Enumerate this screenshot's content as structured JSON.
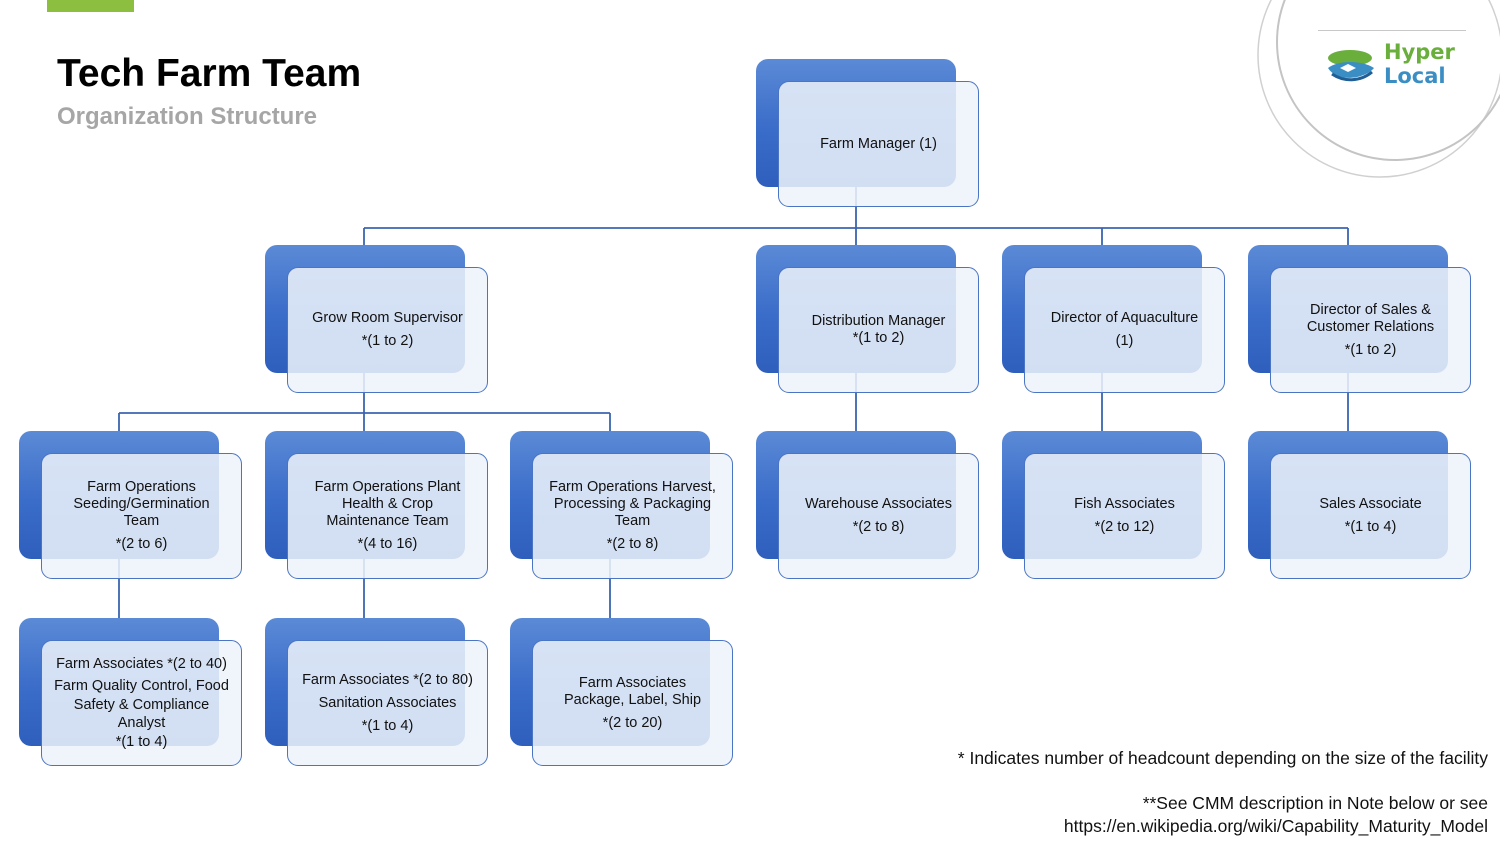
{
  "header": {
    "title": "Tech Farm Team",
    "subtitle": "Organization Structure"
  },
  "logo": {
    "line1": "Hyper",
    "line2": "Local",
    "icon": "hyperlocal-leaf-fish-logo"
  },
  "colors": {
    "accent_green": "#8cbf3f",
    "node_blue": "#3a6cc9",
    "connector_blue": "#3b64b0",
    "logo_green": "#6aae3c",
    "logo_blue": "#3a8ec4"
  },
  "nodes": {
    "farm_manager": {
      "lines": [
        "Farm Manager (1)"
      ]
    },
    "grow_room_supervisor": {
      "lines": [
        "Grow Room Supervisor",
        "*(1 to 2)"
      ]
    },
    "distribution_manager": {
      "lines": [
        "Distribution Manager",
        "*(1 to 2)"
      ]
    },
    "director_aquaculture": {
      "lines": [
        "Director of Aquaculture",
        "(1)"
      ]
    },
    "director_sales": {
      "lines": [
        "Director of Sales &",
        "Customer Relations",
        "*(1 to 2)"
      ]
    },
    "seeding_team": {
      "lines": [
        "Farm Operations",
        "Seeding/Germination",
        "Team",
        "*(2 to 6)"
      ]
    },
    "plant_health_team": {
      "lines": [
        "Farm Operations Plant",
        "Health & Crop",
        "Maintenance Team",
        "*(4 to 16)"
      ]
    },
    "harvest_team": {
      "lines": [
        "Farm Operations Harvest,",
        "Processing & Packaging",
        "Team",
        "*(2 to 8)"
      ]
    },
    "warehouse_associates": {
      "lines": [
        "Warehouse Associates",
        "*(2 to 8)"
      ]
    },
    "fish_associates": {
      "lines": [
        "Fish Associates",
        "*(2 to 12)"
      ]
    },
    "sales_associate": {
      "lines": [
        "Sales Associate",
        "*(1 to 4)"
      ]
    },
    "farm_associates_qc": {
      "lines": [
        "Farm Associates *(2 to 40)",
        "Farm Quality Control, Food",
        "Safety & Compliance",
        "Analyst",
        "*(1 to 4)"
      ]
    },
    "farm_associates_sanitation": {
      "lines": [
        "Farm Associates *(2 to 80)",
        "Sanitation Associates",
        "*(1 to 4)"
      ]
    },
    "farm_associates_package": {
      "lines": [
        "Farm Associates",
        "Package, Label, Ship",
        "*(2 to 20)"
      ]
    }
  },
  "notes": {
    "headcount": "* Indicates number of headcount depending on the size of the facility",
    "cmm_line1": "**See CMM description in Note below or see",
    "cmm_line2": "https://en.wikipedia.org/wiki/Capability_Maturity_Model"
  }
}
